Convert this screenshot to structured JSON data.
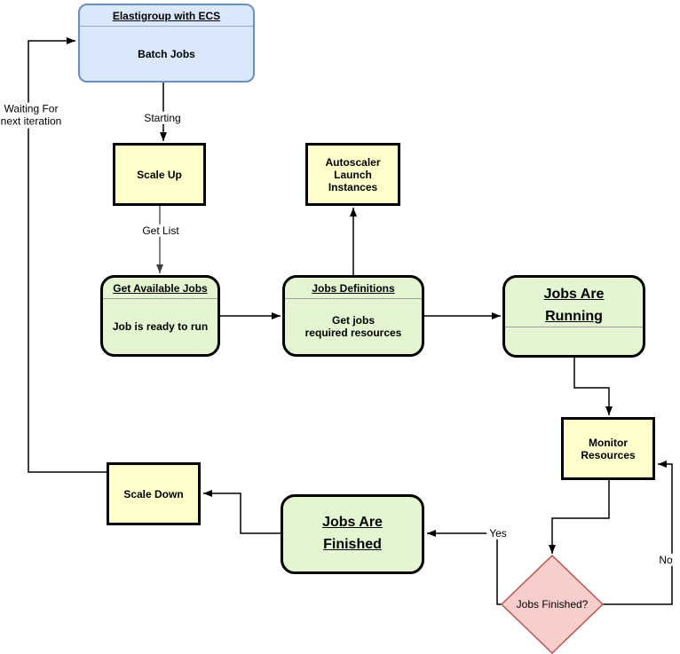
{
  "nodes": {
    "elastigroup": {
      "title": "Elastigroup with ECS",
      "body": "Batch Jobs"
    },
    "scale_up": {
      "label": "Scale Up"
    },
    "autoscaler": {
      "label": "Autoscaler\nLaunch\nInstances"
    },
    "get_available_jobs": {
      "title": "Get Available Jobs",
      "body": "Job is ready to run"
    },
    "jobs_definitions": {
      "title": "Jobs Definitions",
      "body": "Get jobs\nrequired resources"
    },
    "jobs_are_running": {
      "title": "Jobs Are\nRunning"
    },
    "monitor_resources": {
      "label": "Monitor\nResources"
    },
    "jobs_finished_decision": {
      "label": "Jobs Finished?"
    },
    "jobs_are_finished": {
      "title": "Jobs Are\nFinished"
    },
    "scale_down": {
      "label": "Scale Down"
    }
  },
  "edge_labels": {
    "starting": "Starting",
    "get_list": "Get List",
    "waiting": "Waiting For\nnext iteration",
    "yes": "Yes",
    "no": "No"
  },
  "colors": {
    "blue_fill": "#dae8fc",
    "blue_border": "#6c8ebf",
    "yellow_fill": "#ffffcc",
    "green_fill": "#e3f6d1",
    "diamond_fill": "#f8cecc",
    "diamond_border": "#b85450",
    "node_border": "#000000",
    "edge": "#000000",
    "gray_edge": "#595959"
  }
}
